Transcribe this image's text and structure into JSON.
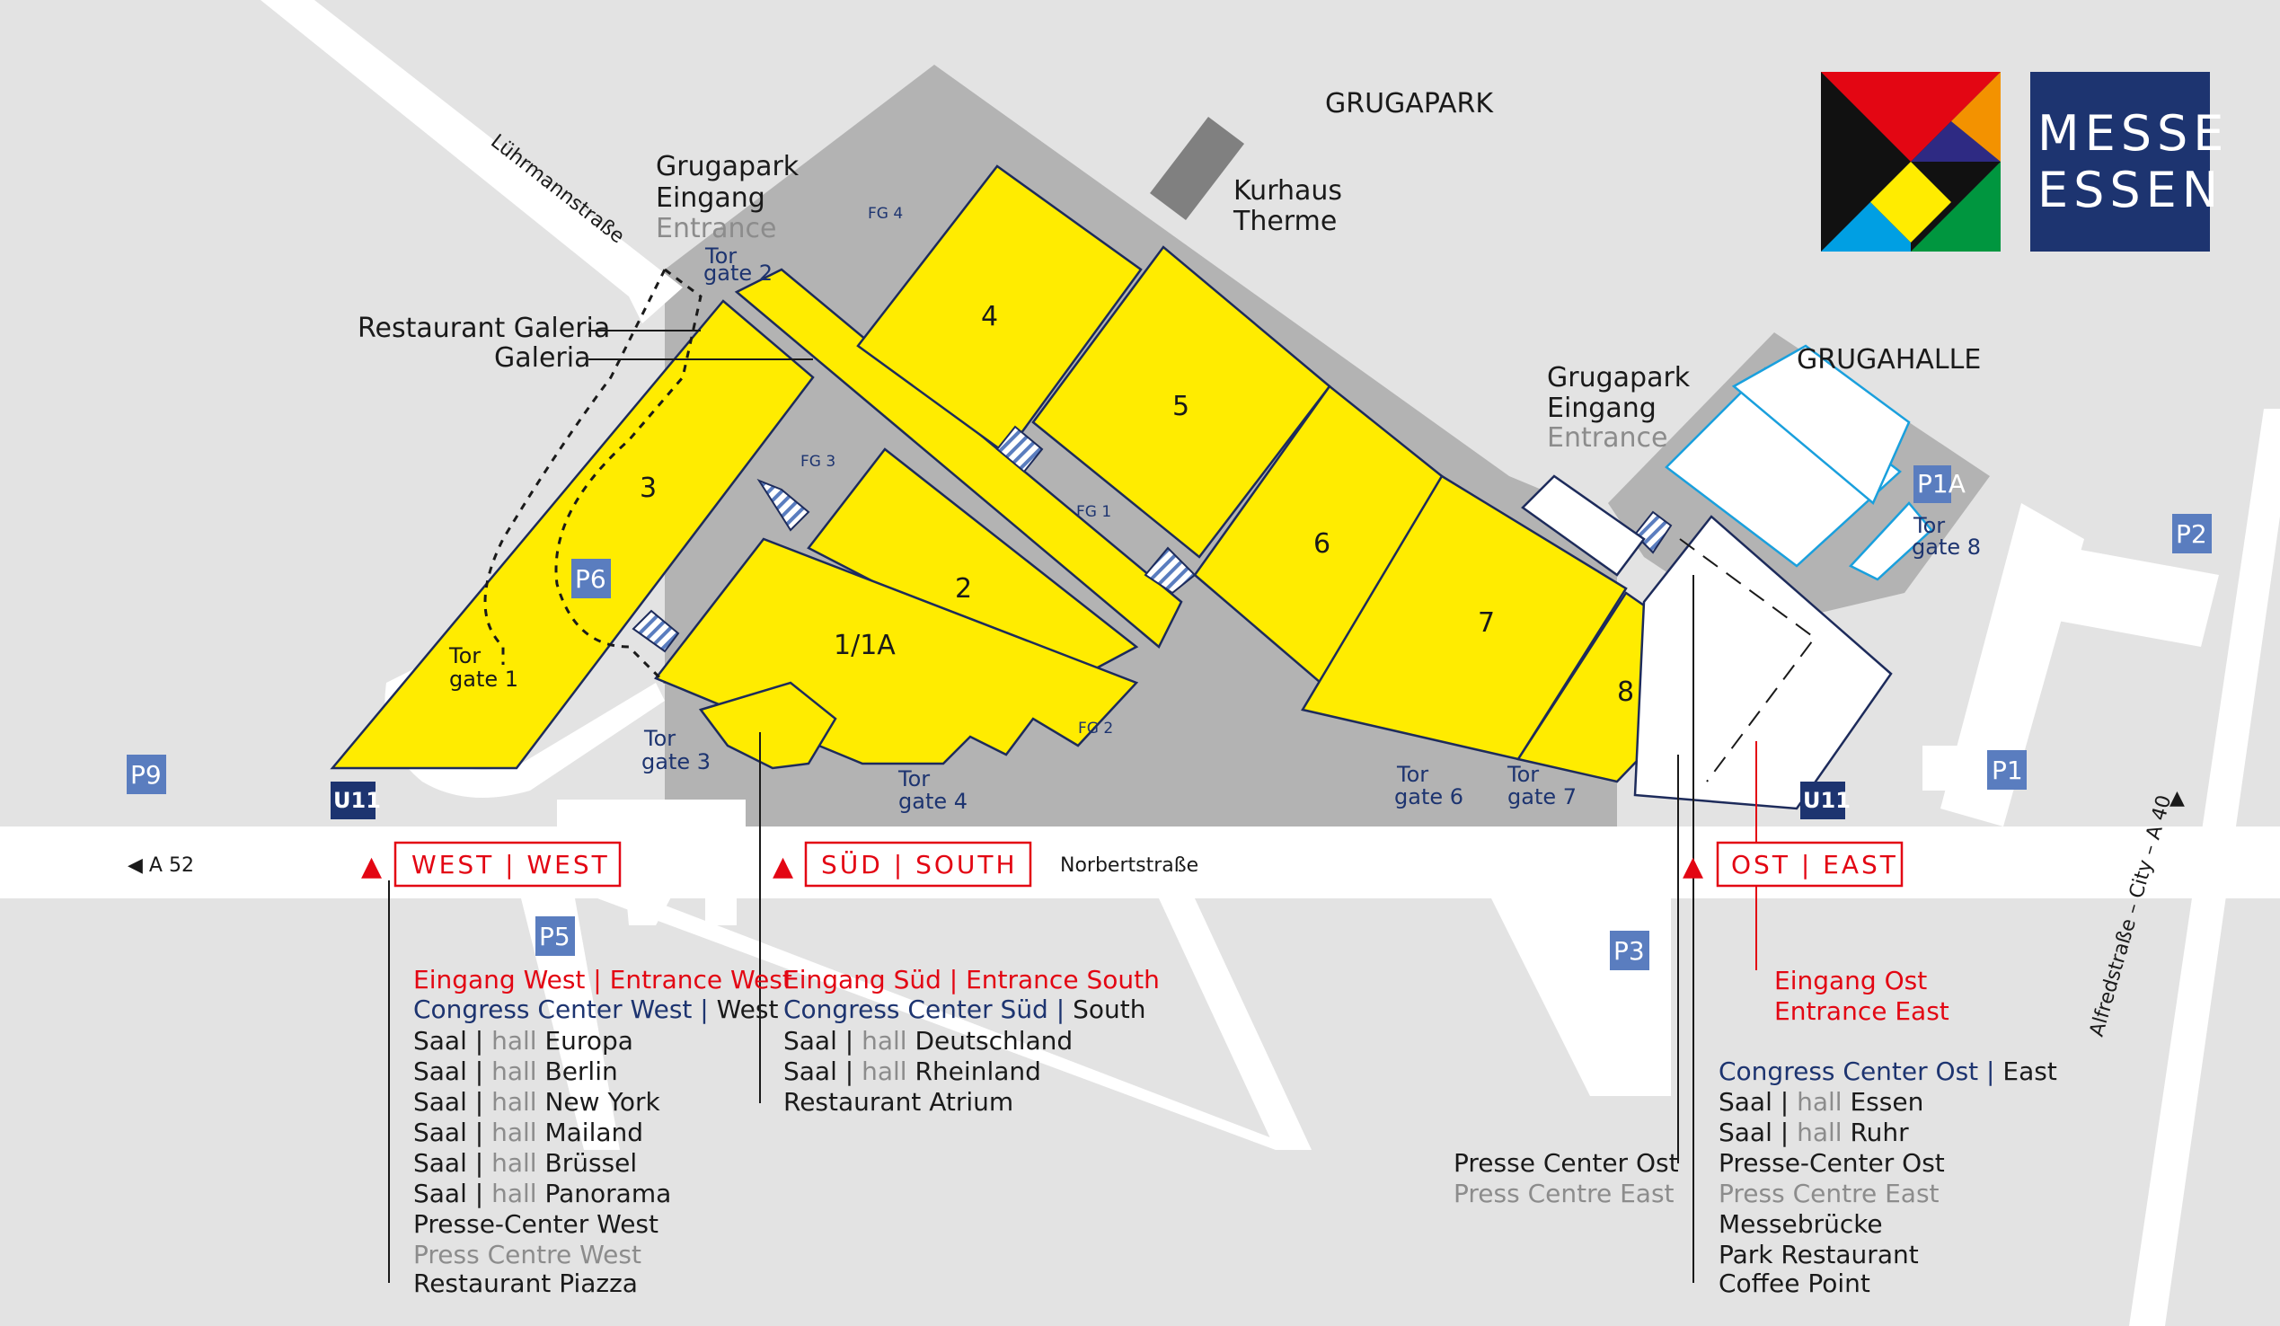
{
  "areas": {
    "grugapark": "GRUGAPARK",
    "grugahalle": "GRUGAHALLE",
    "kurhaus": [
      "Kurhaus",
      "Therme"
    ],
    "gate_main_de": [
      "Grugapark",
      "Eingang"
    ],
    "gate_main_en": "Entrance",
    "gate_east_de": [
      "Grugapark",
      "Eingang"
    ],
    "gate_east_en": "Entrance",
    "restaurant_galeria": "Restaurant Galeria",
    "galeria": "Galeria"
  },
  "logo": {
    "line1": "MESSE",
    "line2": "ESSEN",
    "colors": {
      "red": "#e30613",
      "black": "#111111",
      "purple": "#2e2a83",
      "orange": "#f39200",
      "yellow": "#ffec00",
      "cyan": "#009fe3",
      "green": "#00963f",
      "navy": "#1d3470"
    }
  },
  "streets": {
    "luehrmann": "Lührmannstraße",
    "norbert": "Norbertstraße",
    "alfred": "Alfredstraße – City – A 40",
    "a52": "A 52"
  },
  "halls": [
    {
      "id": "hall-1",
      "label": "1/1A"
    },
    {
      "id": "hall-2",
      "label": "2"
    },
    {
      "id": "hall-3",
      "label": "3"
    },
    {
      "id": "hall-4",
      "label": "4"
    },
    {
      "id": "hall-5",
      "label": "5"
    },
    {
      "id": "hall-6",
      "label": "6"
    },
    {
      "id": "hall-7",
      "label": "7"
    },
    {
      "id": "hall-8",
      "label": "8"
    }
  ],
  "passages": [
    "FG 1",
    "FG 2",
    "FG 3",
    "FG 4"
  ],
  "gates": [
    {
      "de": "Tor",
      "en": "gate 1"
    },
    {
      "de": "Tor",
      "en": "gate 2"
    },
    {
      "de": "Tor",
      "en": "gate 3"
    },
    {
      "de": "Tor",
      "en": "gate 4"
    },
    {
      "de": "Tor",
      "en": "gate 6"
    },
    {
      "de": "Tor",
      "en": "gate 7"
    },
    {
      "de": "Tor",
      "en": "gate 8"
    }
  ],
  "parking": [
    "P1",
    "P1A",
    "P2",
    "P3",
    "P5",
    "P6",
    "P9"
  ],
  "subway": "U11",
  "entrances": {
    "west": "WEST | WEST",
    "south": "SÜD | SOUTH",
    "east": "OST | EAST"
  },
  "west_list": {
    "entrance": "Eingang West | Entrance West",
    "congress_de": "Congress Center West",
    "congress_sep": " | ",
    "congress_en": "West",
    "halls": [
      {
        "de": "Saal",
        "en": "hall",
        "name": "Europa"
      },
      {
        "de": "Saal",
        "en": "hall",
        "name": "Berlin"
      },
      {
        "de": "Saal",
        "en": "hall",
        "name": "New York"
      },
      {
        "de": "Saal",
        "en": "hall",
        "name": "Mailand"
      },
      {
        "de": "Saal",
        "en": "hall",
        "name": "Brüssel"
      },
      {
        "de": "Saal",
        "en": "hall",
        "name": "Panorama"
      }
    ],
    "press_de": "Presse-Center West",
    "press_en": "Press Centre West",
    "restaurant": "Restaurant Piazza"
  },
  "south_list": {
    "entrance": "Eingang Süd | Entrance South",
    "congress_de": "Congress Center Süd",
    "congress_sep": " | ",
    "congress_en": "South",
    "halls": [
      {
        "de": "Saal",
        "en": "hall",
        "name": "Deutschland"
      },
      {
        "de": "Saal",
        "en": "hall",
        "name": "Rheinland"
      }
    ],
    "restaurant": "Restaurant Atrium"
  },
  "east_list": {
    "entrance_de": "Eingang Ost",
    "entrance_en": "Entrance East",
    "congress_de": "Congress Center Ost",
    "congress_sep": " | ",
    "congress_en": "East",
    "halls": [
      {
        "de": "Saal",
        "en": "hall",
        "name": "Essen"
      },
      {
        "de": "Saal",
        "en": "hall",
        "name": "Ruhr"
      }
    ],
    "press_de": "Presse-Center Ost",
    "press_en": "Press Centre East",
    "items": [
      "Messebrücke",
      "Park Restaurant",
      "Coffee Point"
    ],
    "press_left_de": "Presse Center Ost",
    "press_left_en": "Press Centre East"
  },
  "separator": " | "
}
